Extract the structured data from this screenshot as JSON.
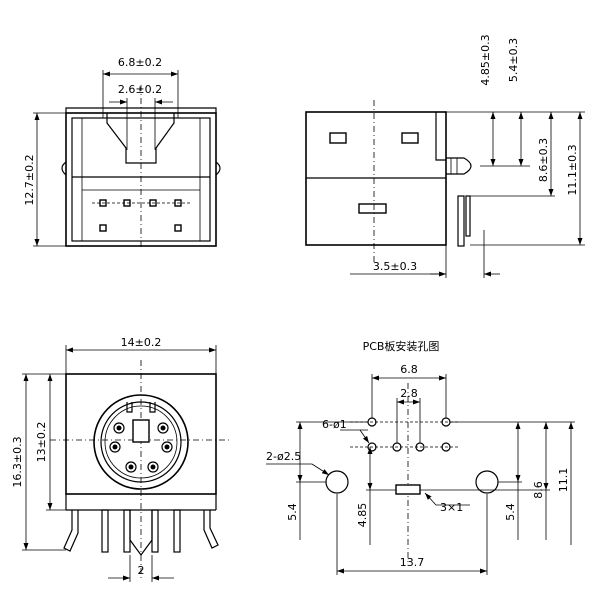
{
  "front_view": {
    "dim_width_outer": "6.8±0.2",
    "dim_width_inner": "2.6±0.2",
    "dim_height": "12.7±0.2"
  },
  "side_view": {
    "dim_top_4_85": "4.85±0.3",
    "dim_top_5_4": "5.4±0.3",
    "dim_8_6": "8.6±0.3",
    "dim_11_1": "11.1±0.3",
    "dim_3_5": "3.5±0.3"
  },
  "face_view": {
    "dim_width": "14±0.2",
    "dim_height_outer": "16.3±0.3",
    "dim_height_inner": "13±0.2",
    "dim_pin_pitch": "2"
  },
  "pcb_layout": {
    "title": "PCB板安装孔图",
    "dim_6_8": "6.8",
    "dim_2_8": "2.8",
    "holes_small": "6-ø1",
    "holes_large": "2-ø2.5",
    "slot": "3×1",
    "dim_5_4_left": "5.4",
    "dim_4_85": "4.85",
    "dim_5_4_right": "5.4",
    "dim_8_6": "8.6",
    "dim_11_1": "11.1",
    "dim_13_7": "13.7"
  }
}
